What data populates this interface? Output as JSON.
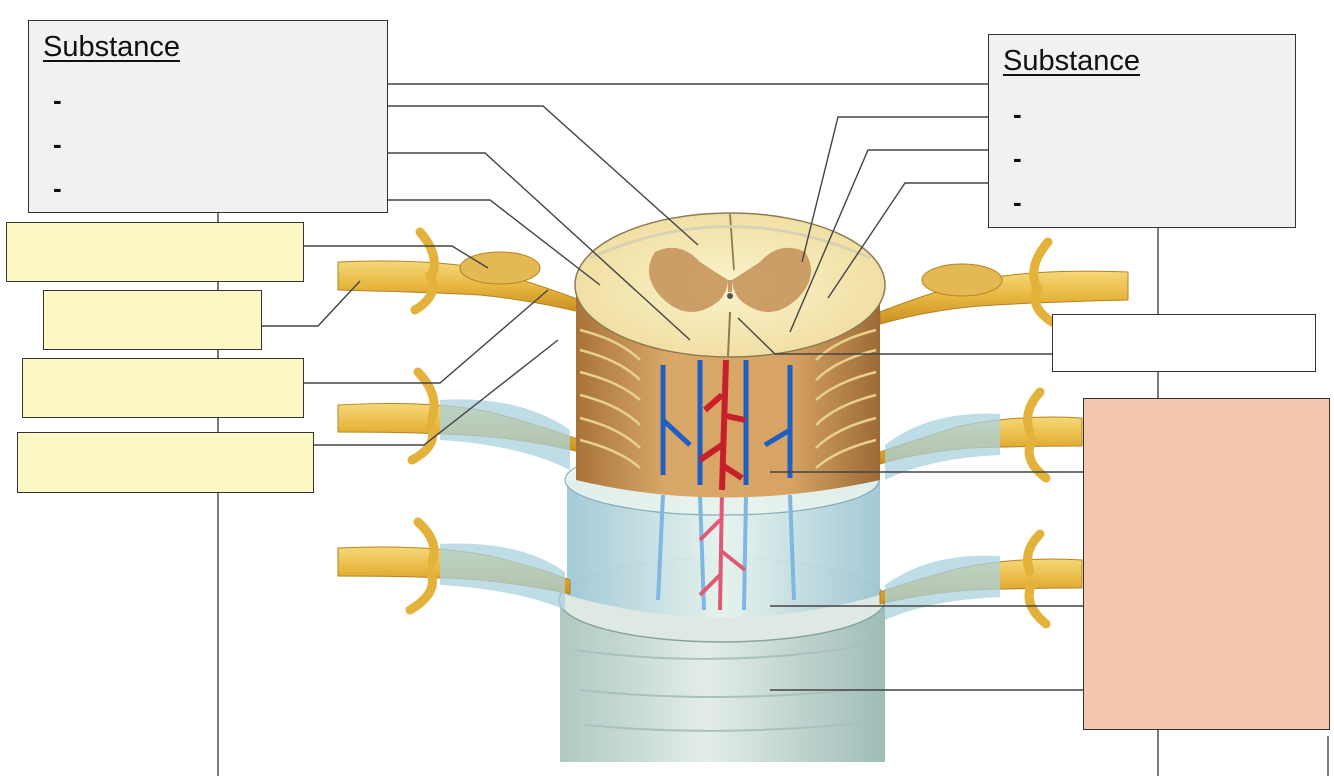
{
  "left_box": {
    "heading": "Substance",
    "items": [
      "-",
      "-",
      "-"
    ]
  },
  "right_box": {
    "heading": "Substance",
    "items": [
      "-",
      "-",
      "-"
    ]
  },
  "colors": {
    "gray_box": "#f1f1f1",
    "yellow_box": "#fcf8c6",
    "peach_box": "#f4c6ab",
    "nerve": "#e3b53a",
    "white_matter": "#f6eab8",
    "grey_matter": "#c99a62",
    "pia_blue": "#bfe0e6",
    "dura": "#d3e2dc",
    "artery": "#c8202a",
    "vein": "#1f5fc2"
  },
  "icons": [
    "spinal-cord-illustration"
  ]
}
